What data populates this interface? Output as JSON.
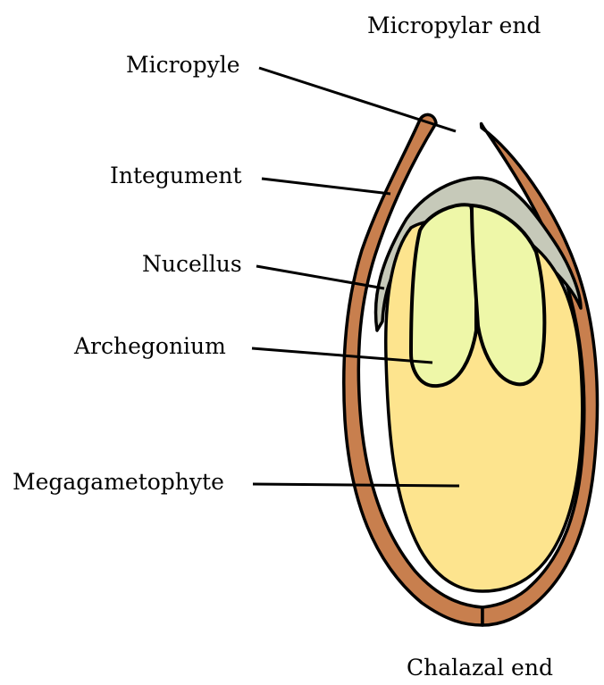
{
  "diagram": {
    "labels": {
      "micropylar_end": "Micropylar end",
      "micropyle": "Micropyle",
      "integument": "Integument",
      "nucellus": "Nucellus",
      "archegonium": "Archegonium",
      "megagametophyte": "Megagametophyte",
      "chalazal_end": "Chalazal end"
    },
    "colors": {
      "integument": "#c87f4e",
      "nucellus": "#c6c9b9",
      "megagametophyte": "#fde48e",
      "archegonium": "#eef7a8",
      "outline": "#000000"
    }
  }
}
